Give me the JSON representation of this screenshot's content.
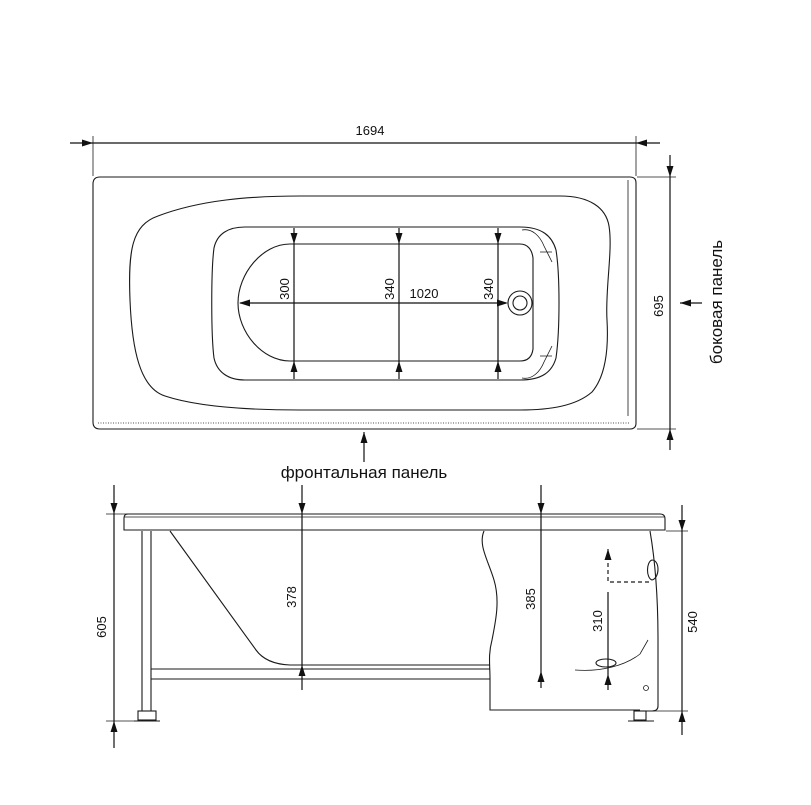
{
  "top_view": {
    "overall_length": "1694",
    "overall_width": "695",
    "inner_length": "1020",
    "width_left": "300",
    "width_middle": "340",
    "width_right": "340",
    "front_panel_label": "фронтальная панель",
    "side_panel_label": "боковая панель"
  },
  "side_view": {
    "total_height": "605",
    "depth_378": "378",
    "depth_385": "385",
    "drain_height": "310",
    "rim_height": "540"
  },
  "colors": {
    "line": "#1a1a1a",
    "background": "#ffffff"
  }
}
